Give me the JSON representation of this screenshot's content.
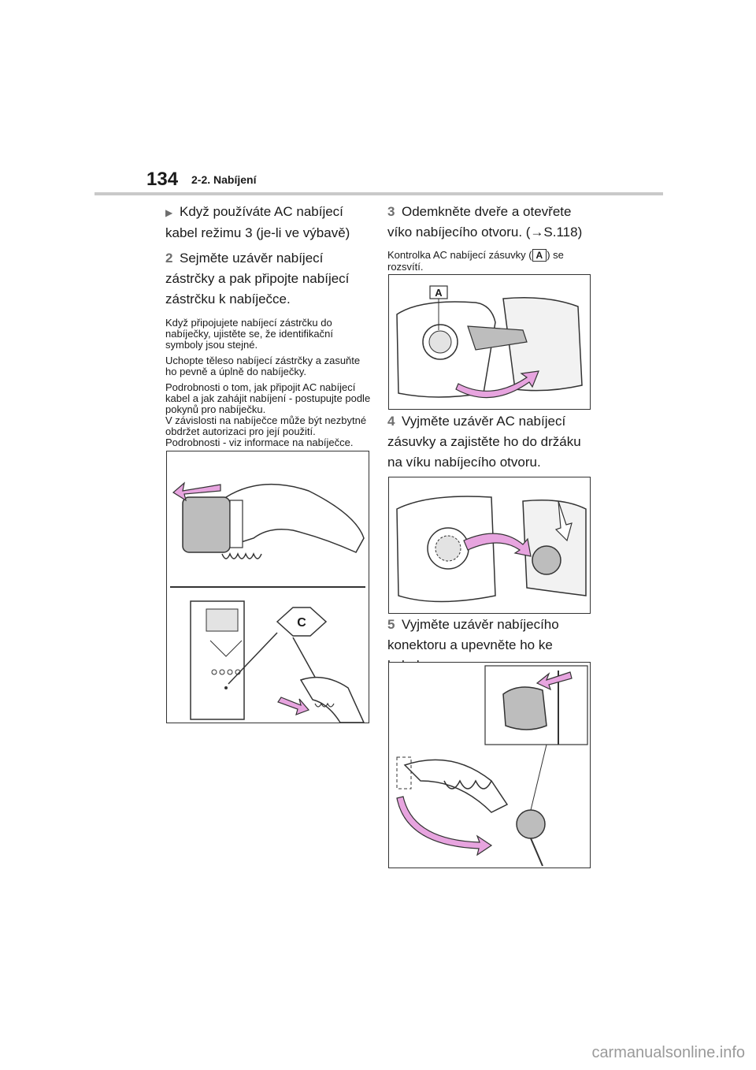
{
  "header": {
    "page_number": "134",
    "section": "2-2. Nabíjení"
  },
  "left": {
    "bullet": "Když používáte AC nabíjecí kabel režimu 3 (je-li ve výbavě)",
    "step2_num": "2",
    "step2_text": "Sejměte uzávěr nabíjecí zástrčky a pak připojte nabíjecí zástrčku k nabíječce.",
    "note1": "Když připojujete nabíjecí zástrčku do nabíječky, ujistěte se, že identifikační symboly jsou stejné.",
    "note2": "Uchopte těleso nabíjecí zástrčky a zasuňte ho pevně a úplně do nabíječky.",
    "note3": "Podrobnosti o tom, jak připojit AC nabíjecí kabel a jak zahájit nabíjení - postupujte podle pokynů pro nabíječku.",
    "note4": "V závislosti na nabíječce může být nezbytné obdržet autorizaci pro její použití. Podrobnosti - viz informace na nabíječce.",
    "figure_label": "C"
  },
  "right": {
    "step3_num": "3",
    "step3_text": "Odemkněte dveře a otevřete víko nabíjecího otvoru. (→S.118)",
    "note_a_before": "Kontrolka AC nabíjecí zásuvky (",
    "note_a_label": "A",
    "note_a_after": ") se rozsvítí.",
    "figure1_label": "A",
    "step4_num": "4",
    "step4_text": "Vyjměte uzávěr AC nabíjecí zásuvky a zajistěte ho do držáku na víku nabíjecího otvoru.",
    "step5_num": "5",
    "step5_text": "Vyjměte uzávěr nabíjecího konektoru a upevněte ho ke kabelu."
  },
  "footer": {
    "watermark": "carmanualsonline.info"
  },
  "colors": {
    "arrow_pink": "#e7a4df",
    "arrow_stroke": "#333333",
    "rule": "#c9c9c9"
  }
}
